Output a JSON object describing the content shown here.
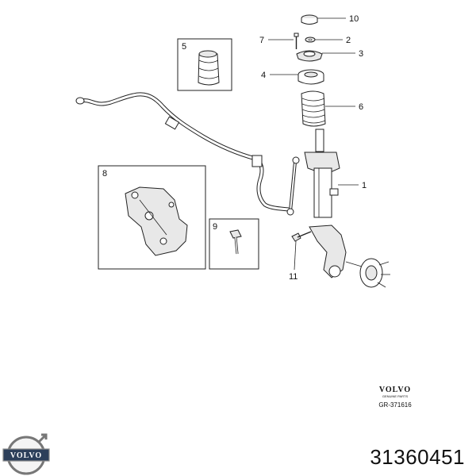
{
  "diagram": {
    "callouts": [
      "1",
      "2",
      "3",
      "4",
      "5",
      "6",
      "7",
      "8",
      "9",
      "10",
      "11"
    ],
    "detail_boxes": [
      "5",
      "8",
      "9"
    ]
  },
  "stamp": {
    "brand": "VOLVO",
    "subtitle": "GENUINE PARTS",
    "code": "GR-371616"
  },
  "logo": {
    "brand": "VOLVO"
  },
  "part_number": "31360451"
}
